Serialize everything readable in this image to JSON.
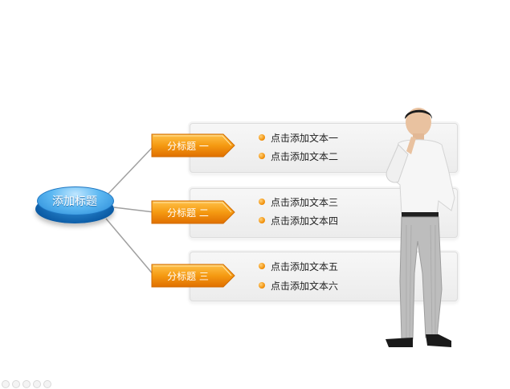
{
  "center": {
    "title": "添加标题"
  },
  "branches": [
    {
      "label": "分标题 一",
      "items": [
        "点击添加文本一",
        "点击添加文本二"
      ]
    },
    {
      "label": "分标题 二",
      "items": [
        "点击添加文本三",
        "点击添加文本四"
      ]
    },
    {
      "label": "分标题 三",
      "items": [
        "点击添加文本五",
        "点击添加文本六"
      ]
    }
  ],
  "colors": {
    "hub": "#2889d6",
    "tag": "#f28a00",
    "dot": "#f08a00",
    "panel": "#efefef"
  },
  "toolbar": {
    "icons": [
      "nav-back-icon",
      "nav-pen-icon",
      "nav-slides-icon",
      "nav-forward-icon",
      "nav-menu-icon"
    ]
  }
}
